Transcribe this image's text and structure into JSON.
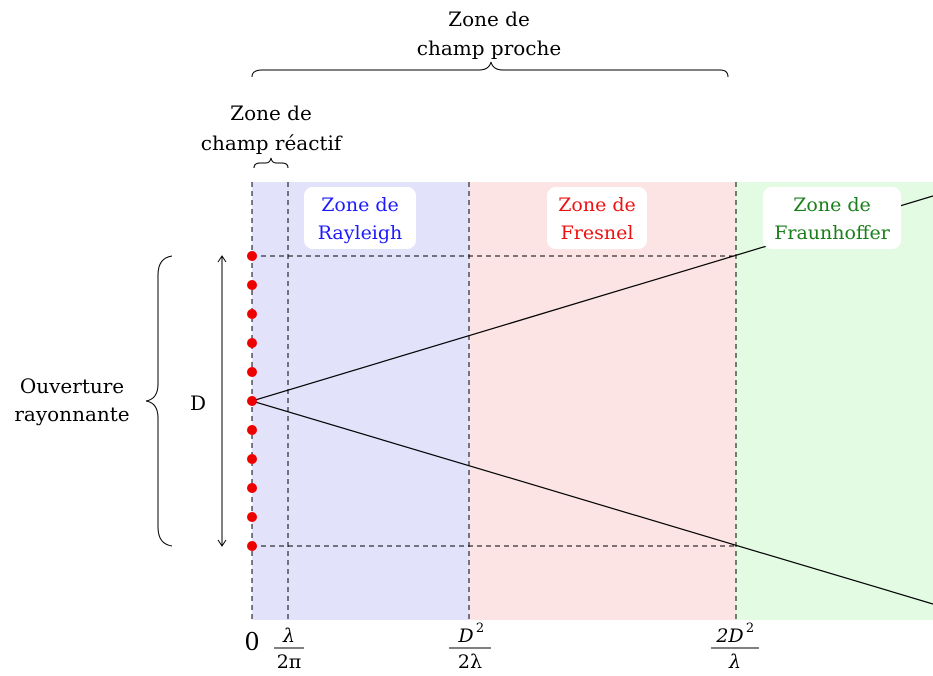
{
  "labels": {
    "near_field_line1": "Zone de",
    "near_field_line2": "champ proche",
    "reactive_line1": "Zone de",
    "reactive_line2": "champ réactif",
    "aperture_line1": "Ouverture",
    "aperture_line2": "rayonnante",
    "d_label": "D"
  },
  "zones": {
    "rayleigh": {
      "line1": "Zone de",
      "line2": "Rayleigh",
      "color": "#1a1aff",
      "bg": "#e2e3fb"
    },
    "fresnel": {
      "line1": "Zone de",
      "line2": "Fresnel",
      "color": "#ee1111",
      "bg": "#fce4e4"
    },
    "fraunhoffer": {
      "line1": "Zone de",
      "line2": "Fraunhoffer",
      "color": "#1a7f1a",
      "bg": "#e3fbe3"
    }
  },
  "ticks": {
    "zero": "0",
    "t1_num": "λ",
    "t1_den": "2π",
    "t2_num": "D",
    "t2_exp": "2",
    "t2_den": "2λ",
    "t3_num": "2D",
    "t3_exp": "2",
    "t3_den": "λ"
  },
  "colors": {
    "source_dot": "#ee0000"
  }
}
